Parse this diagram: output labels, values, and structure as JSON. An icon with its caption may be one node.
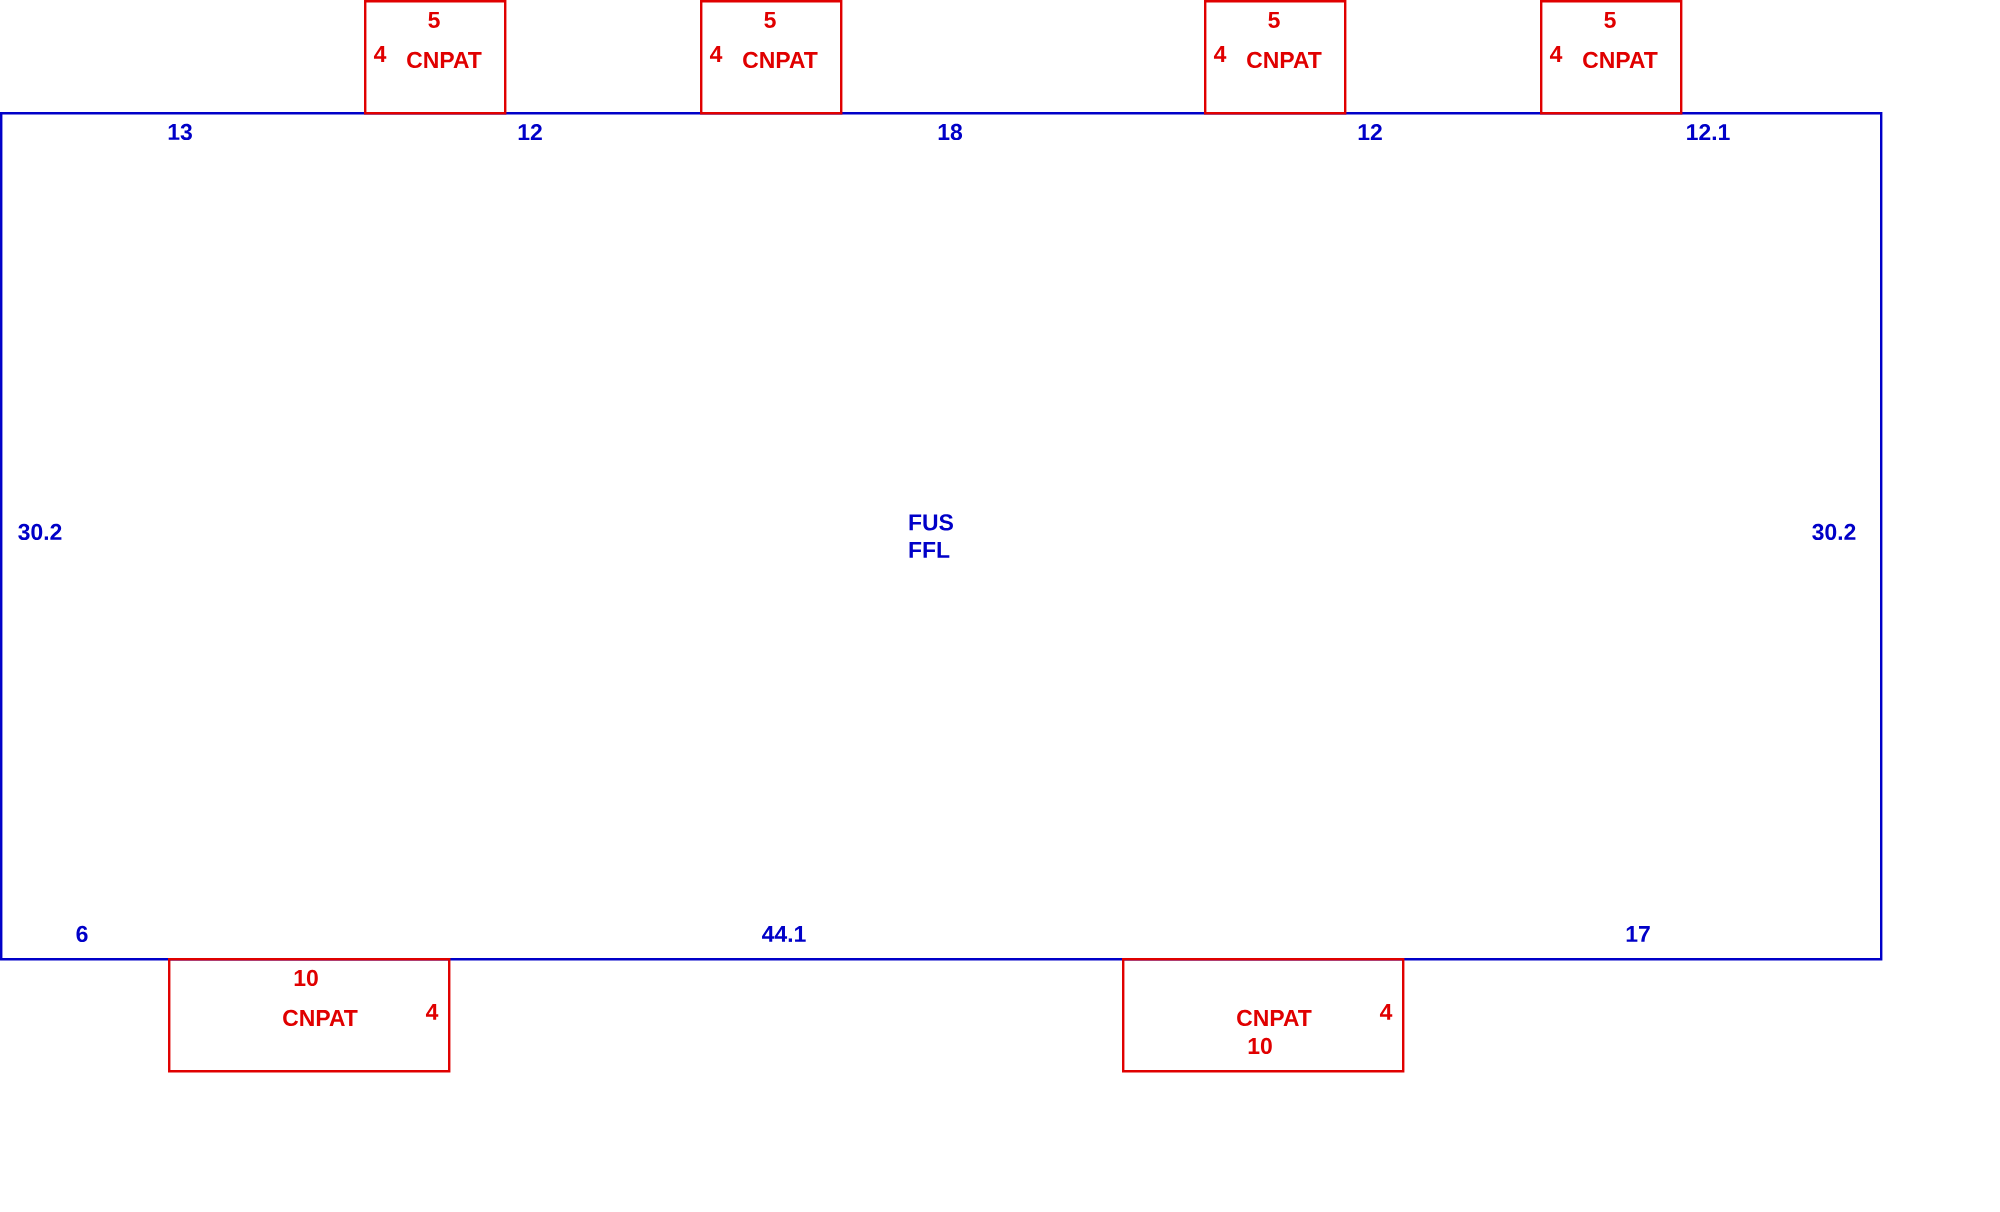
{
  "diagram": {
    "nodes": [
      {
        "text": [
          "FUS FFL"
        ]
      },
      {
        "text": [
          "5",
          "4",
          "CNPAT"
        ]
      },
      {
        "text": [
          "5",
          "4",
          "CNPAT"
        ]
      },
      {
        "text": [
          "5",
          "4",
          "CNPAT"
        ]
      },
      {
        "text": [
          "5",
          "4",
          "CNPAT"
        ]
      },
      {
        "text": [
          "10",
          "CNPAT",
          "4"
        ]
      },
      {
        "text": [
          "CNPAT",
          "4",
          "10"
        ]
      }
    ],
    "labels": [
      "13",
      "12",
      "18",
      "12",
      "12.1",
      "30.2",
      "30.2",
      "6",
      "44.1",
      "17"
    ]
  }
}
